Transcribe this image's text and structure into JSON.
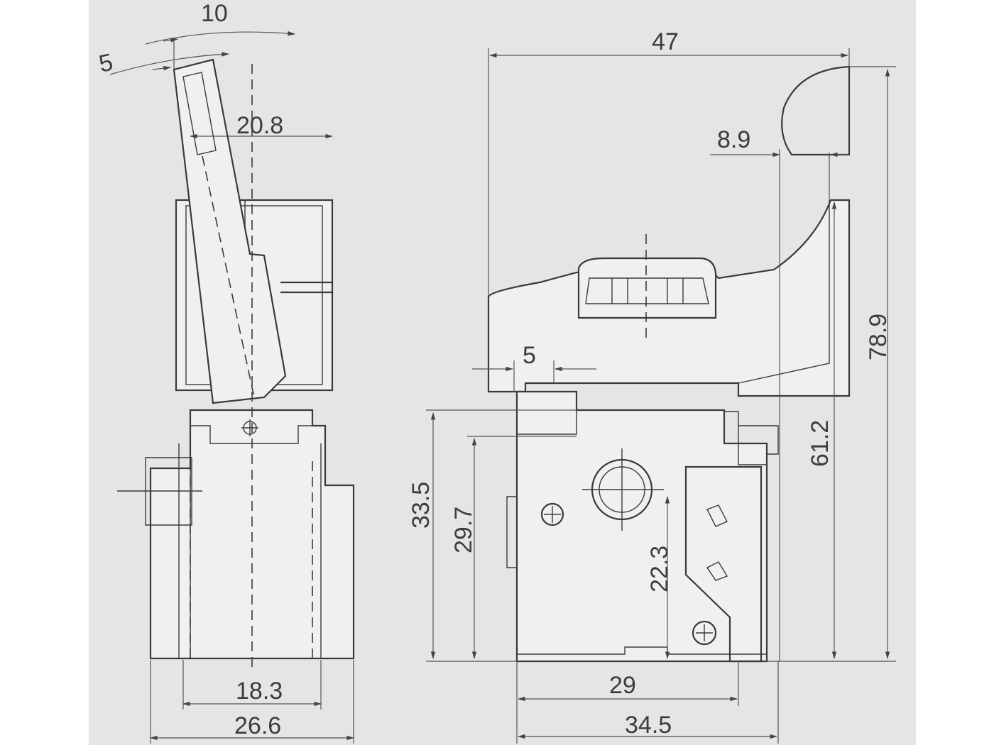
{
  "dimensions": {
    "left_angle_outer": "10",
    "left_angle_inner": "5",
    "left_top_width": "20.8",
    "left_inner_width": "18.3",
    "left_overall_width": "26.6",
    "right_overall_width": "47",
    "right_trigger_depth": "8.9",
    "right_small_offset": "5",
    "right_total_height": "78.9",
    "right_body_height": "61.2",
    "right_height_a": "33.5",
    "right_height_b": "29.7",
    "right_height_c": "22.3",
    "right_bottom_inner": "29",
    "right_bottom_overall": "34.5"
  },
  "colors": {
    "background": "#e5e5e3",
    "line": "#3a3a3a"
  }
}
